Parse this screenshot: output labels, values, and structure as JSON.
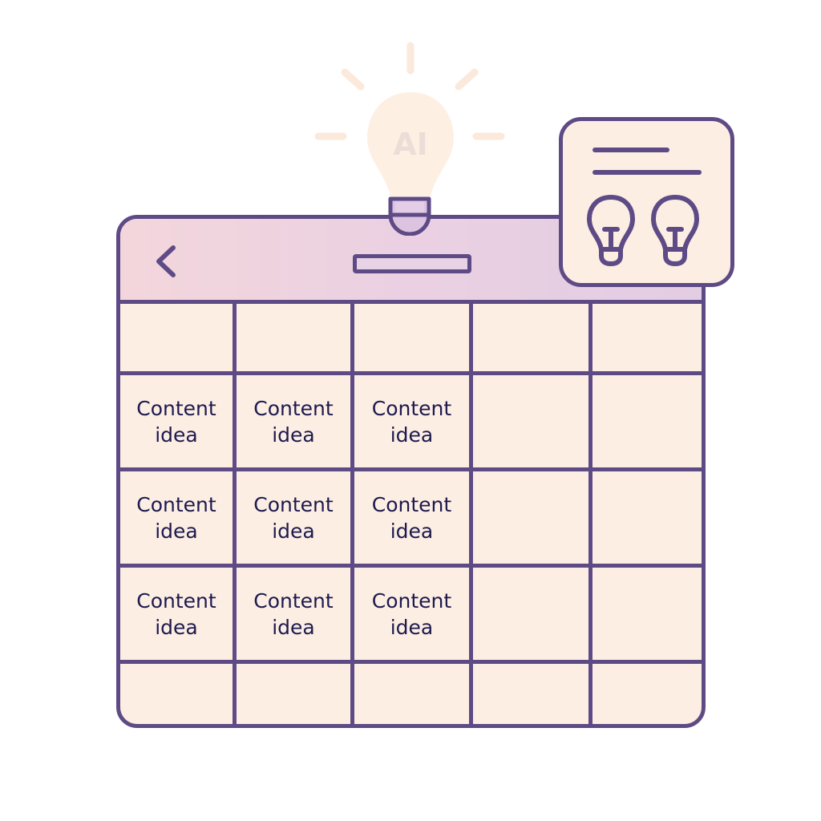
{
  "illustration": {
    "bulb_label": "AI",
    "colors": {
      "outline": "#5e4b86",
      "cell_fill": "#fdeee3",
      "header_gradient_start": "#f3d6dc",
      "header_gradient_end": "#e3cde3",
      "bulb_glow": "#fdf0e3",
      "bulb_text": "#ecd9d6",
      "text": "#1c1a4e"
    }
  },
  "calendar": {
    "header": {
      "back_icon": "chevron-left-icon",
      "title_placeholder": ""
    },
    "columns": 5,
    "rows": [
      [
        "",
        "",
        "",
        "",
        ""
      ],
      [
        {
          "line1": "Content",
          "line2": "idea"
        },
        {
          "line1": "Content",
          "line2": "idea"
        },
        {
          "line1": "Content",
          "line2": "idea"
        },
        "",
        ""
      ],
      [
        {
          "line1": "Content",
          "line2": "idea"
        },
        {
          "line1": "Content",
          "line2": "idea"
        },
        {
          "line1": "Content",
          "line2": "idea"
        },
        "",
        ""
      ],
      [
        {
          "line1": "Content",
          "line2": "idea"
        },
        {
          "line1": "Content",
          "line2": "idea"
        },
        {
          "line1": "Content",
          "line2": "idea"
        },
        "",
        ""
      ],
      [
        "",
        "",
        "",
        "",
        ""
      ]
    ]
  },
  "note_card": {
    "icons": [
      "text-lines-icon",
      "lightbulb-icon",
      "lightbulb-icon"
    ]
  }
}
